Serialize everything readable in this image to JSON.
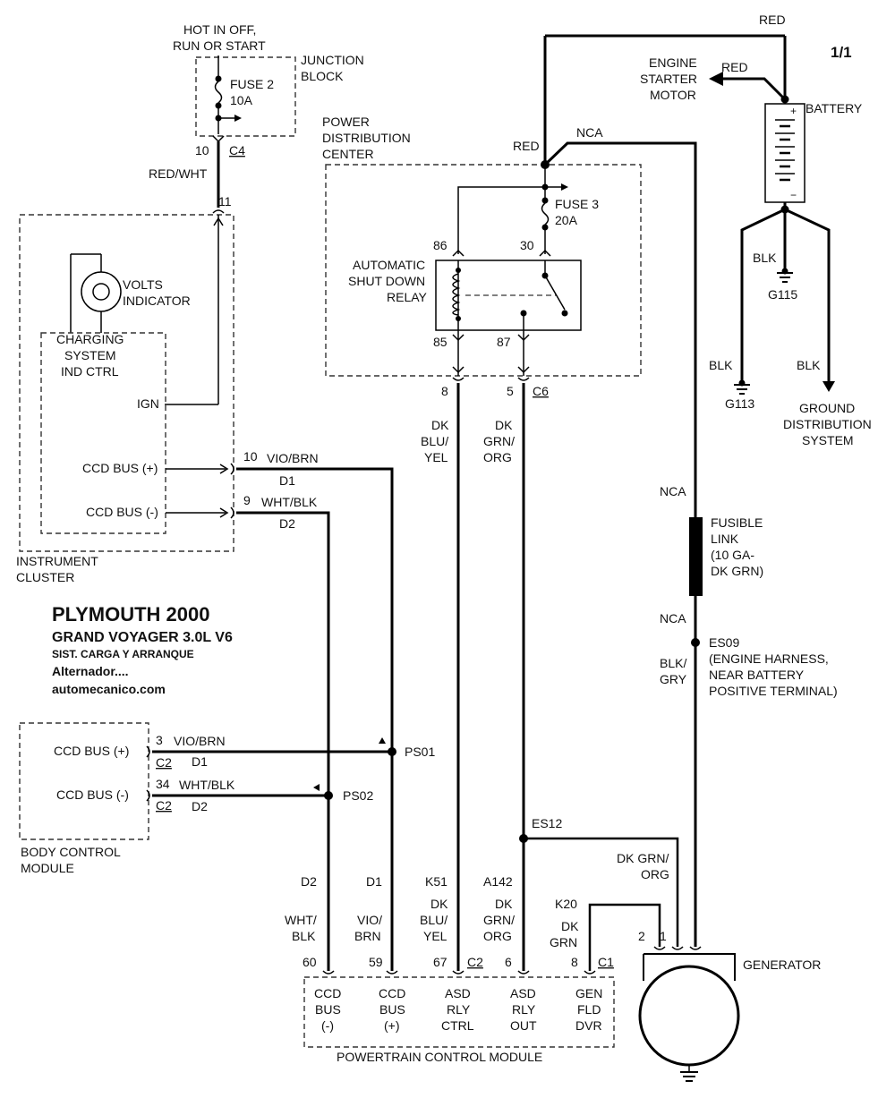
{
  "page_ref": "1/1",
  "colors": {
    "wire": "#000000",
    "background": "#ffffff"
  },
  "title_block": {
    "line1": "PLYMOUTH 2000",
    "line2": "GRAND VOYAGER  3.0L  V6",
    "line3": "SIST. CARGA Y ARRANQUE",
    "line4": "Alternador....",
    "line5": "automecanico.com"
  },
  "junction_block": {
    "hot_line1": "HOT IN OFF,",
    "hot_line2": "RUN OR START",
    "name_line1": "JUNCTION",
    "name_line2": "BLOCK",
    "fuse_name": "FUSE 2",
    "fuse_rating": "10A",
    "pin": "10",
    "connector": "C4"
  },
  "wires": {
    "red_wht": "RED/WHT",
    "pin11": "11",
    "red_top": "RED",
    "red_starter": "RED",
    "red_pdc": "RED",
    "nca_top": "NCA",
    "nca_upper": "NCA",
    "nca_lower": "NCA",
    "blk_left": "BLK",
    "blk_mid": "BLK",
    "blk_right": "BLK",
    "blk_gry_1": "BLK/",
    "blk_gry_2": "GRY",
    "dk_grn_org_1": "DK GRN/",
    "dk_grn_org_2": "ORG",
    "vio_brn": "VIO/BRN",
    "d1": "D1",
    "wht_blk": "WHT/BLK",
    "d2": "D2"
  },
  "battery": {
    "label": "BATTERY",
    "plus": "+",
    "minus": "−"
  },
  "starter": {
    "line1": "ENGINE",
    "line2": "STARTER",
    "line3": "MOTOR"
  },
  "grounds": {
    "g115": "G115",
    "g113": "G113"
  },
  "ground_dist": {
    "line1": "GROUND",
    "line2": "DISTRIBUTION",
    "line3": "SYSTEM"
  },
  "pdc": {
    "line1": "POWER",
    "line2": "DISTRIBUTION",
    "line3": "CENTER",
    "fuse_name": "FUSE 3",
    "fuse_rating": "20A",
    "pin86": "86",
    "pin30": "30",
    "pin85": "85",
    "pin87": "87",
    "relay_line1": "AUTOMATIC",
    "relay_line2": "SHUT DOWN",
    "relay_line3": "RELAY",
    "out_pin8": "8",
    "out_pin5": "5",
    "connector": "C6"
  },
  "asd_wires": {
    "left_1": "DK",
    "left_2": "BLU/",
    "left_3": "YEL",
    "right_1": "DK",
    "right_2": "GRN/",
    "right_3": "ORG"
  },
  "fusible_link": {
    "line1": "FUSIBLE",
    "line2": "LINK",
    "line3": "(10 GA-",
    "line4": "DK GRN)"
  },
  "es09": {
    "name": "ES09",
    "line1": "(ENGINE HARNESS,",
    "line2": "NEAR BATTERY",
    "line3": "POSITIVE TERMINAL)"
  },
  "es12": {
    "name": "ES12"
  },
  "instrument_cluster": {
    "line1": "INSTRUMENT",
    "line2": "CLUSTER",
    "volts_1": "VOLTS",
    "volts_2": "INDICATOR",
    "ctrl_1": "CHARGING",
    "ctrl_2": "SYSTEM",
    "ctrl_3": "IND CTRL",
    "ign": "IGN",
    "ccd_plus": "CCD BUS (+)",
    "ccd_minus": "CCD BUS (-)",
    "pin10": "10",
    "pin9": "9"
  },
  "bcm": {
    "line1": "BODY CONTROL",
    "line2": "MODULE",
    "ccd_plus": "CCD BUS (+)",
    "ccd_minus": "CCD BUS (-)",
    "pin3": "3",
    "pin34": "34",
    "conn_a": "C2",
    "conn_b": "C2"
  },
  "splices": {
    "ps01": "PS01",
    "ps02": "PS02"
  },
  "pcm_wires": {
    "c1_code": "D2",
    "c1_c1": "WHT/",
    "c1_c2": "BLK",
    "c2_code": "D1",
    "c2_c1": "VIO/",
    "c2_c2": "BRN",
    "c3_code": "K51",
    "c3_c1": "DK",
    "c3_c2": "BLU/",
    "c3_c3": "YEL",
    "c4_code": "A142",
    "c4_c1": "DK",
    "c4_c2": "GRN/",
    "c4_c3": "ORG",
    "c5_code": "K20",
    "c5_c1": "DK",
    "c5_c2": "GRN"
  },
  "pcm": {
    "label": "POWERTRAIN CONTROL MODULE",
    "pin60": "60",
    "pin59": "59",
    "pin67": "67",
    "pin6": "6",
    "pin8": "8",
    "conn_c2": "C2",
    "conn_c1": "C1",
    "col1_1": "CCD",
    "col1_2": "BUS",
    "col1_3": "(-)",
    "col2_1": "CCD",
    "col2_2": "BUS",
    "col2_3": "(+)",
    "col3_1": "ASD",
    "col3_2": "RLY",
    "col3_3": "CTRL",
    "col4_1": "ASD",
    "col4_2": "RLY",
    "col4_3": "OUT",
    "col5_1": "GEN",
    "col5_2": "FLD",
    "col5_3": "DVR"
  },
  "generator": {
    "label": "GENERATOR",
    "pin2": "2",
    "pin1": "1"
  }
}
